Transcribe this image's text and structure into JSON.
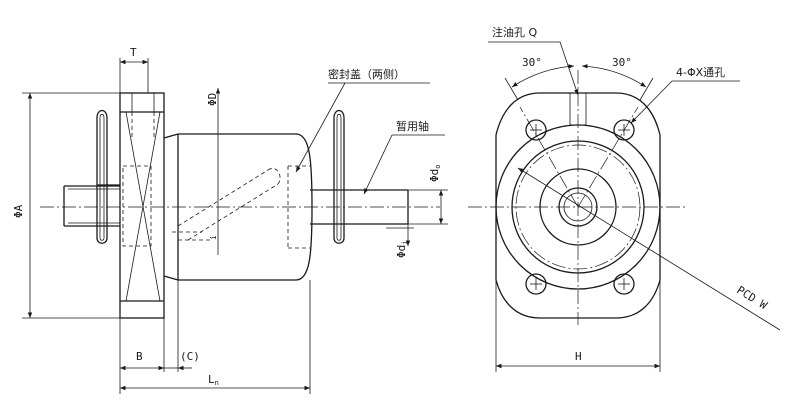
{
  "labels": {
    "T": "T",
    "phiD": "ΦD",
    "phiA": "ΦA",
    "seal": "密封盖（两侧）",
    "shaft": "暂用轴",
    "phiDo": "Φd",
    "phiDo_sub": "o",
    "phiDi": "Φd",
    "phiDi_sub": "i",
    "B": "B",
    "C": "(C)",
    "Ln": "L",
    "Ln_sub": "n",
    "oil": "注油孔 Q",
    "angle_left": "30°",
    "angle_right": "30°",
    "holes": "4-ΦX通孔",
    "pcd": "PCD W",
    "H": "H"
  }
}
